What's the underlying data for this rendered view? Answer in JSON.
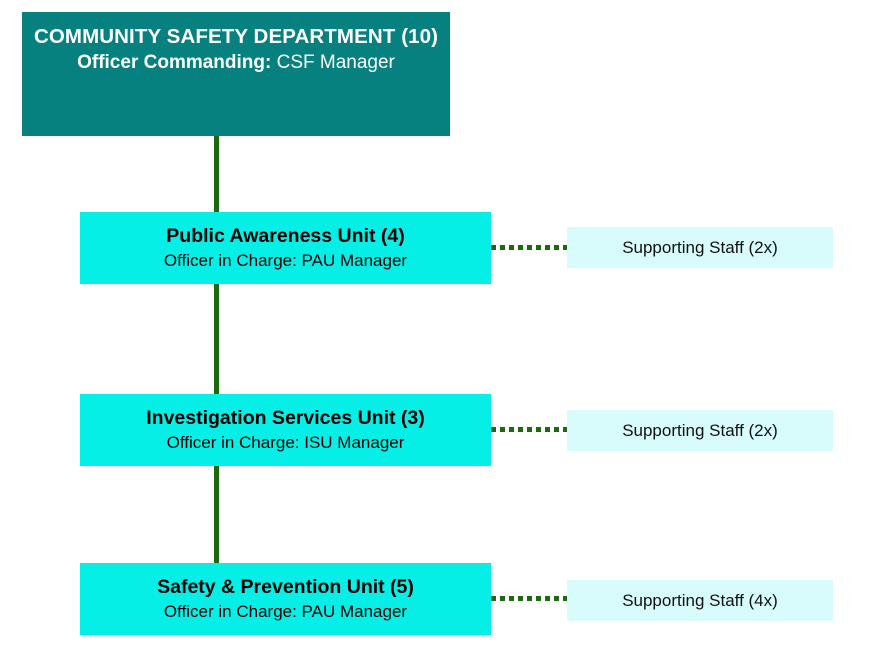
{
  "colors": {
    "department_box": "#06817f",
    "unit_box": "#05efe6",
    "support_box": "#d7fcfb",
    "connector_line": "#1b6b0e",
    "department_text": "#ffffff",
    "unit_text": "#000000",
    "canvas": "#ffffff"
  },
  "department": {
    "title": "COMMUNITY SAFETY DEPARTMENT (10)",
    "lead_label": "Officer Commanding:",
    "lead_name": "CSF Manager"
  },
  "units": [
    {
      "title": "Public Awareness Unit (4)",
      "lead": "Officer in Charge: PAU Manager",
      "support": "Supporting Staff (2x)"
    },
    {
      "title": "Investigation Services Unit (3)",
      "lead": "Officer in Charge: ISU Manager",
      "support": "Supporting Staff (2x)"
    },
    {
      "title": "Safety & Prevention Unit (5)",
      "lead": "Officer in Charge: PAU Manager",
      "support": "Supporting Staff (4x)"
    }
  ]
}
